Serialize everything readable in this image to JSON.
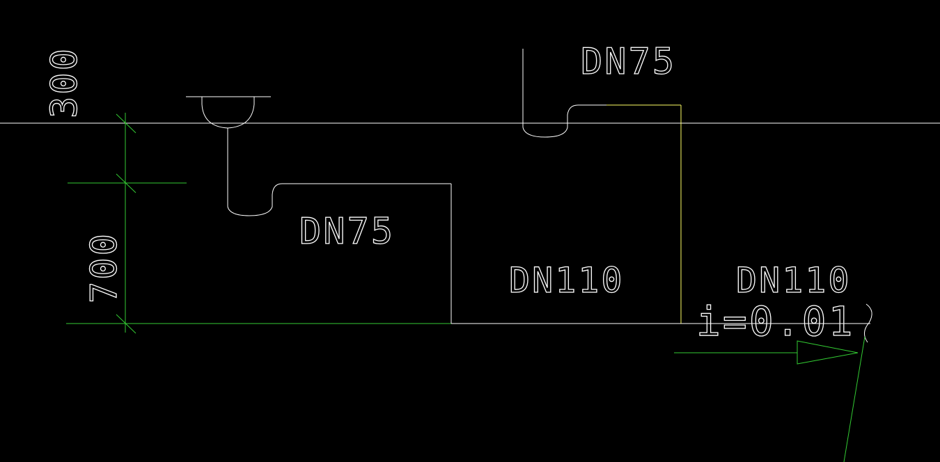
{
  "colors": {
    "background": "#000000",
    "pipe_white": "#ffffff",
    "pipe_yellow": "#ffff66",
    "dimension_green": "#33cc33"
  },
  "dimensions": {
    "upper": "300",
    "lower": "700"
  },
  "pipe_labels": {
    "branch_left": "DN75",
    "branch_right": "DN75",
    "main_middle": "DN110",
    "main_right": "DN110"
  },
  "slope": {
    "label": "i=0.01"
  },
  "icons": {
    "floor_drain": "floor-drain-icon",
    "p_trap": "p-trap-icon",
    "slope_arrow": "slope-arrow-icon",
    "break_mark": "break-mark-icon"
  }
}
